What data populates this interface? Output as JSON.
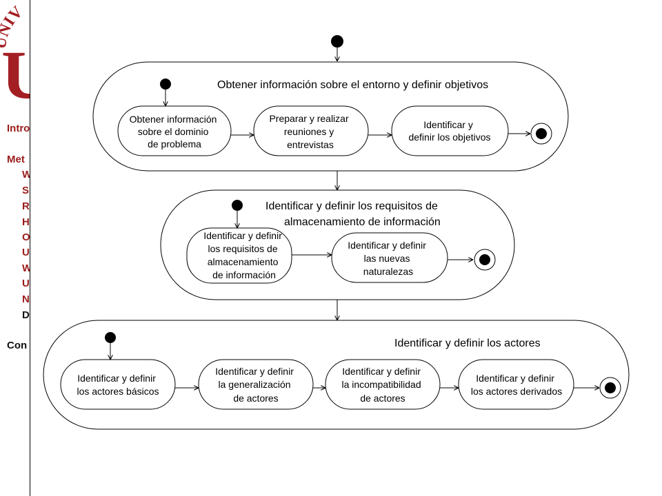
{
  "logo": {
    "arc_text": "UNIV",
    "letter": "U",
    "color": "#a31f24"
  },
  "sidebar": {
    "items": [
      {
        "label": "Intro",
        "dark": false
      },
      {
        "label": "Met",
        "dark": false
      },
      {
        "label": "W",
        "dark": false
      },
      {
        "label": "S",
        "dark": false
      },
      {
        "label": "R",
        "dark": false
      },
      {
        "label": "H",
        "dark": false
      },
      {
        "label": "O",
        "dark": false
      },
      {
        "label": "U",
        "dark": false
      },
      {
        "label": "W",
        "dark": false
      },
      {
        "label": "U",
        "dark": false
      },
      {
        "label": "N",
        "dark": false
      },
      {
        "label": "D",
        "dark": true
      },
      {
        "label": "Con",
        "dark": true
      }
    ]
  },
  "diagram": {
    "group1": {
      "title": "Obtener información sobre el entorno y definir objetivos",
      "activities": [
        [
          "Obtener información",
          "sobre el dominio",
          "de problema"
        ],
        [
          "Preparar y realizar",
          "reuniones y",
          "entrevistas"
        ],
        [
          "Identificar y",
          "definir los objetivos"
        ]
      ]
    },
    "group2": {
      "title": [
        "Identificar y definir los requisitos de",
        "almacenamiento de información"
      ],
      "activities": [
        [
          "Identificar y definir",
          "los requisitos de",
          "almacenamiento",
          "de información"
        ],
        [
          "Identificar y definir",
          "las nuevas",
          "naturalezas"
        ]
      ]
    },
    "group3": {
      "title": "Identificar y definir los actores",
      "activities": [
        [
          "Identificar y definir",
          "los actores básicos"
        ],
        [
          "Identificar y definir",
          "la generalización",
          "de actores"
        ],
        [
          "Identificar y definir",
          "la incompatibilidad",
          "de actores"
        ],
        [
          "Identificar y definir",
          "los actores derivados"
        ]
      ]
    }
  }
}
